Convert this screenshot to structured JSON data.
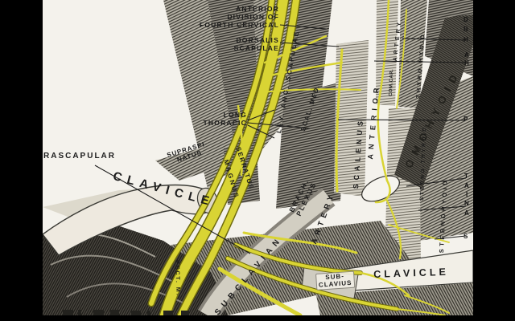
{
  "figure": {
    "description": "Anatomical engraving of the neck and shoulder showing the brachial plexus (nerves highlighted yellow)",
    "labels": {
      "anterior_division": "ANTERIOR\nDIVISION OF\nFOURTH CERVICAL",
      "dorsalis_scapulae": "DORSALIS\nSCAPULAE",
      "long_thoracic": "LONG\nTHORACIC",
      "suprascapular_partial": "RASCAPULAR",
      "clavicle_left": "CLAVICLE",
      "supraspinatus": "SUPRASPI-\nNATUS",
      "serratus": "SERRATUS",
      "magnus": "MAGNUS",
      "levator_anguli_scapulae": "LEV. ANG. SCAPULAE",
      "scalenus_medius": "SCAL. MED.",
      "scalenus": "SCALENUS",
      "anterior_word": "ANTERIOR",
      "common_carotid_partial": "COM.CAR.",
      "artery_top": "ARTERY",
      "thyrohyoid": "THYRO-HYOID",
      "omohyoid": "OMOHYOID",
      "sterno_thyroid": "STERNO-THYROID",
      "sternohyoid": "STERNOHYOID",
      "brachial_plexus": "BRACH.\nPLEXUS",
      "artery_mid": "ARTERY",
      "subclavian": "SUBCLAVIAN",
      "subclavius": "SUB-\nCLAVIUS",
      "clavicle_right": "CLAVICLE",
      "pectoralis_major": "PECT. M."
    },
    "edge_letters": [
      "D",
      "B",
      "H",
      "A",
      "H",
      "P",
      "T",
      "A",
      "I",
      "N",
      "A",
      "S"
    ],
    "colors": {
      "nerve_yellow": "#d9d434",
      "paper": "#f4f2ec",
      "ink": "#1b1b1b",
      "letterbox": "#000000"
    }
  }
}
